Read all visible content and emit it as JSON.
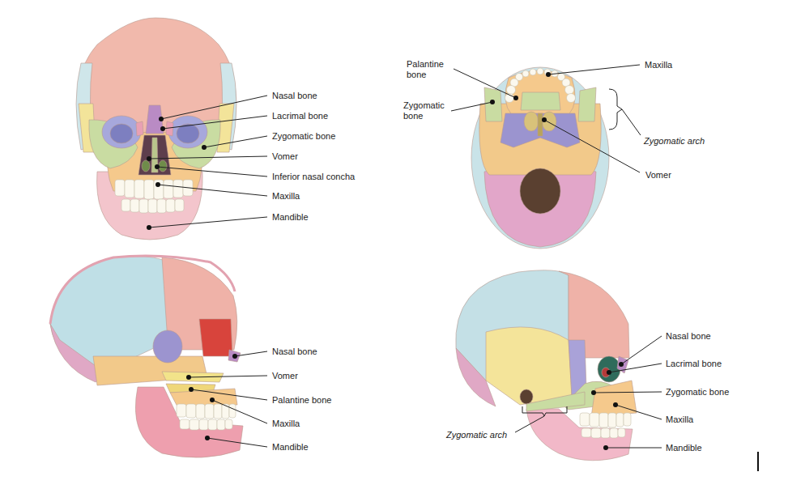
{
  "diagram": {
    "labels": [
      "Nasal bone",
      "Lacrimal bone",
      "Zygomatic bone",
      "Vomer",
      "Inferior nasal concha",
      "Maxilla",
      "Mandible",
      "Palantine bone",
      "Maxilla",
      "Zygomatic bone",
      "Zygomatic arch",
      "Vomer",
      "Nasal bone",
      "Vomer",
      "Palantine bone",
      "Maxilla",
      "Mandible",
      "Nasal bone",
      "Lacrimal bone",
      "Zygomatic bone",
      "Maxilla",
      "Mandible",
      "Zygomatic arch"
    ]
  }
}
